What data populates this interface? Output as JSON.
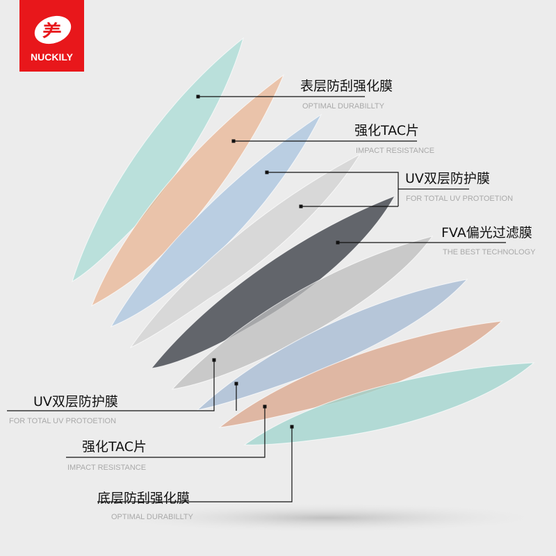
{
  "brand": {
    "name": "NUCKILY",
    "color": "#e8171b"
  },
  "top_labels": [
    {
      "title": "表层防刮强化膜",
      "subtitle": "OPTIMAL DURABILLTY"
    },
    {
      "title": "强化TAC片",
      "subtitle": "IMPACT RESISTANCE"
    },
    {
      "title": "UV双层防护膜",
      "subtitle": "FOR TOTAL UV PROTOETION"
    },
    {
      "title": "FVA偏光过滤膜",
      "subtitle": "THE BEST TECHNOLOGY"
    }
  ],
  "bottom_labels": [
    {
      "title": "UV双层防护膜",
      "subtitle": "FOR TOTAL UV PROTOETION"
    },
    {
      "title": "强化TAC片",
      "subtitle": "IMPACT RESISTANCE"
    },
    {
      "title": "底层防刮强化膜",
      "subtitle": "OPTIMAL DURABILLTY"
    }
  ],
  "layer_colors": [
    "#a9dcd6",
    "#e9b594",
    "#aac4df",
    "#d2d2d2",
    "#4a4d55",
    "#bdbdbd",
    "#a4bad3",
    "#dba68b",
    "#9fd4cd"
  ]
}
